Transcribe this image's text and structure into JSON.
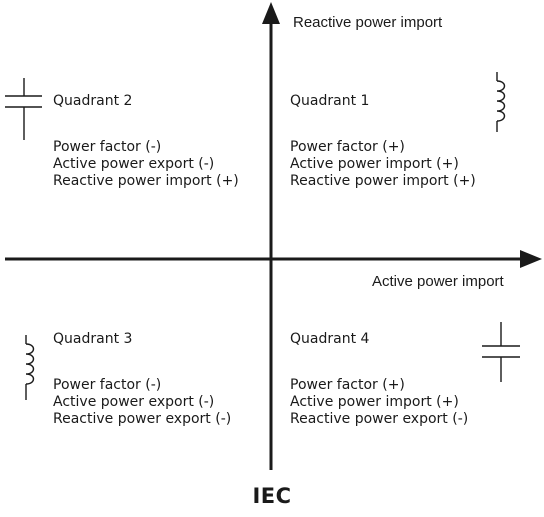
{
  "axes": {
    "y_label": "Reactive power import",
    "x_label": "Active power import"
  },
  "quadrants": [
    {
      "title": "Quadrant 1",
      "symbol": "inductor",
      "lines": [
        "Power factor (+)",
        "Active power import (+)",
        "Reactive power import (+)"
      ]
    },
    {
      "title": "Quadrant 2",
      "symbol": "capacitor",
      "lines": [
        "Power factor (-)",
        "Active power export (-)",
        "Reactive power import (+)"
      ]
    },
    {
      "title": "Quadrant 3",
      "symbol": "inductor",
      "lines": [
        "Power factor (-)",
        "Active power export (-)",
        "Reactive power export (-)"
      ]
    },
    {
      "title": "Quadrant 4",
      "symbol": "capacitor",
      "lines": [
        "Power factor (+)",
        "Active power import (+)",
        "Reactive power export (-)"
      ]
    }
  ],
  "footer": "IEC",
  "colors": {
    "ink": "#1a1a1a"
  }
}
